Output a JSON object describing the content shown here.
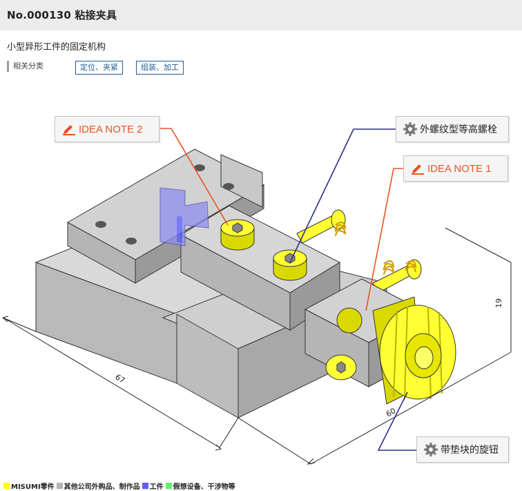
{
  "header": {
    "title": "No.000130 粘接夹具"
  },
  "description": "小型异形工件的固定机构",
  "categories": {
    "label": "相关分类",
    "tags": [
      "定位、夹紧",
      "组装、加工"
    ]
  },
  "callouts": {
    "idea_note_2": "IDEA NOTE 2",
    "idea_note_1": "IDEA NOTE 1",
    "bolt": "外螺纹型等高螺栓",
    "knob": "带垫块的旋钮"
  },
  "dimensions": {
    "width": "67",
    "depth": "60",
    "height": "19"
  },
  "legend": [
    {
      "color": "#ffff00",
      "label": "MISUMI零件"
    },
    {
      "color": "#b3b3b3",
      "label": "其他公司外购品、制作品"
    },
    {
      "color": "#5f5fff",
      "label": "工件"
    },
    {
      "color": "#66ee66",
      "label": "假想设备、干涉物等"
    }
  ],
  "colors": {
    "note_accent": "#e8531f",
    "leader_blue": "#2b2b8a",
    "part_yellow": "#ffff00"
  }
}
